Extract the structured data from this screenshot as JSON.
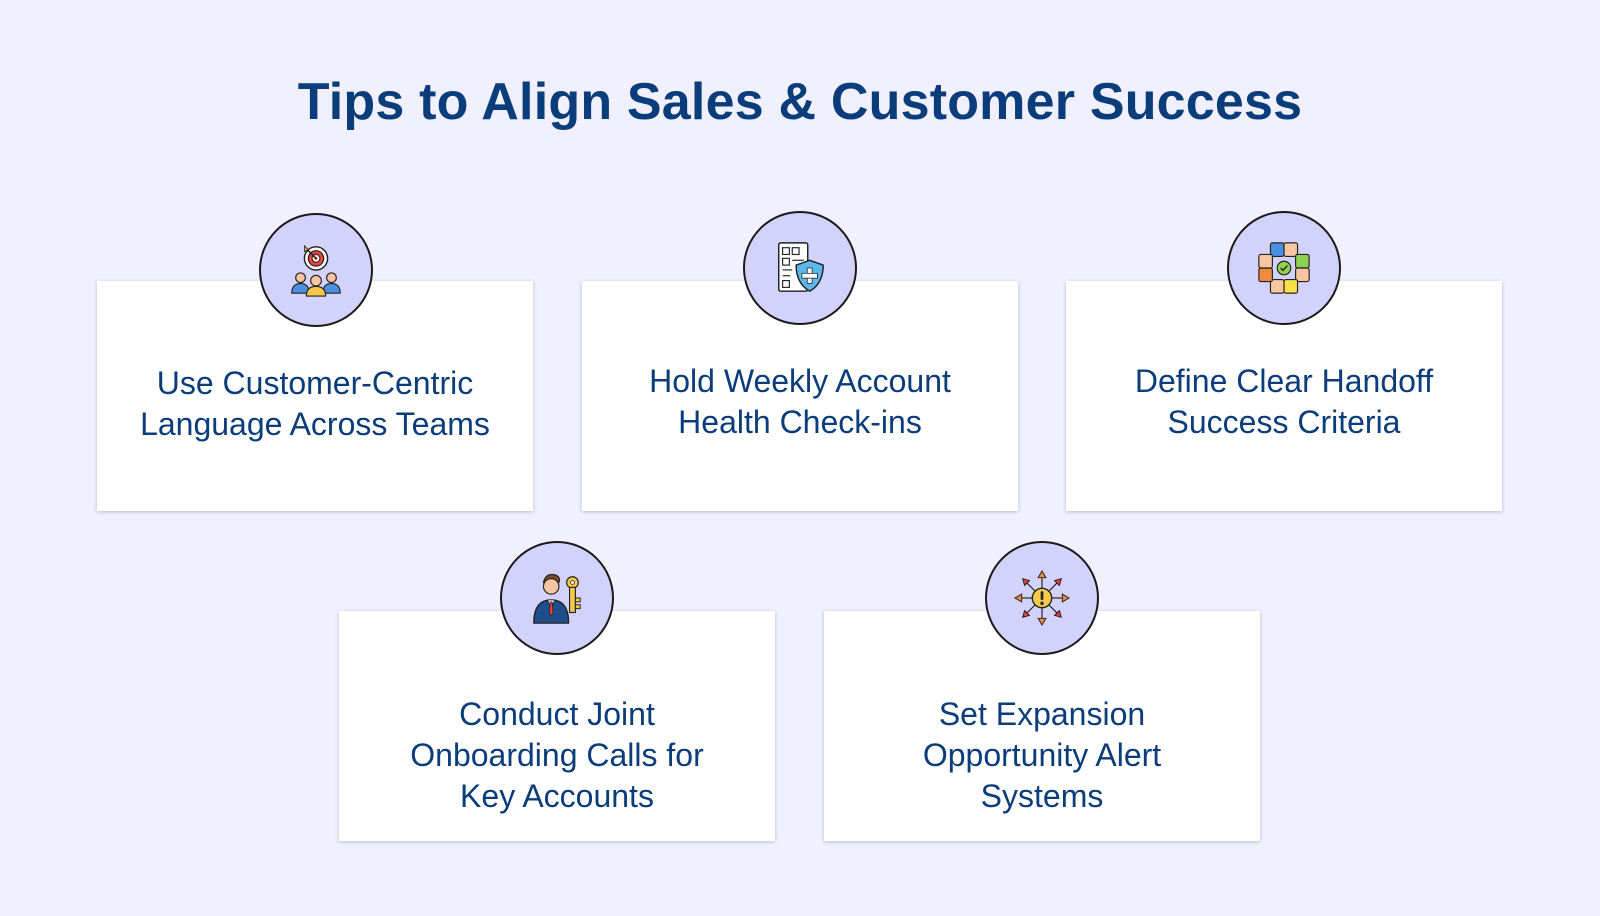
{
  "title": "Tips to Align Sales & Customer Success",
  "colors": {
    "background": "#f0f0fe",
    "text": "#0b3d7a",
    "badge": "#d2d2fb",
    "card": "#ffffff"
  },
  "cards": [
    {
      "text": "Use Customer-Centric Language Across Teams",
      "icon": "team-target-icon"
    },
    {
      "text": "Hold Weekly Account Health Check-ins",
      "icon": "health-report-shield-icon"
    },
    {
      "text": "Define Clear Handoff Success Criteria",
      "icon": "joined-hands-icon"
    },
    {
      "text": "Conduct Joint Onboarding Calls for Key Accounts",
      "icon": "businessman-key-icon"
    },
    {
      "text": "Set Expansion Opportunity Alert Systems",
      "icon": "alert-expansion-icon"
    }
  ]
}
